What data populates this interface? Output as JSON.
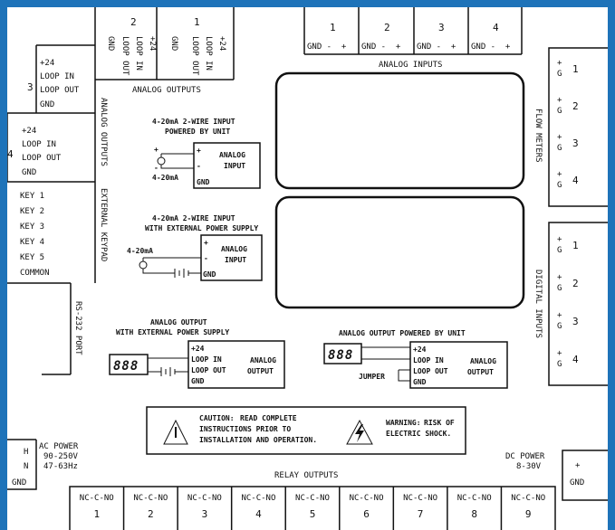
{
  "analog_outputs_top": {
    "title": "ANALOG OUTPUTS",
    "channels": [
      {
        "num": "2",
        "pins": [
          "+24",
          "LOOP IN",
          "LOOP OUT",
          "GND"
        ]
      },
      {
        "num": "1",
        "pins": [
          "+24",
          "LOOP IN",
          "LOOP OUT",
          "GND"
        ]
      }
    ]
  },
  "analog_inputs": {
    "title": "ANALOG INPUTS",
    "channels": [
      {
        "num": "1",
        "pins": "GND -  +"
      },
      {
        "num": "2",
        "pins": "GND -  +"
      },
      {
        "num": "3",
        "pins": "GND -  +"
      },
      {
        "num": "4",
        "pins": "GND -  +"
      }
    ]
  },
  "analog_outputs_side": {
    "title": "ANALOG OUTPUTS",
    "ch3": {
      "num": "3",
      "pins": [
        "+24",
        "LOOP IN",
        "LOOP OUT",
        "GND"
      ]
    },
    "ch4": {
      "num": "4",
      "pins": [
        "+24",
        "LOOP IN",
        "LOOP OUT",
        "GND"
      ]
    }
  },
  "external_keypad": {
    "title": "EXTERNAL KEYPAD",
    "keys": [
      "KEY 1",
      "KEY 2",
      "KEY 3",
      "KEY 4",
      "KEY 5",
      "COMMON"
    ]
  },
  "rs232": {
    "title": "RS-232 PORT"
  },
  "flow_meters": {
    "title": "FLOW METERS",
    "channels": [
      "1",
      "2",
      "3",
      "4"
    ],
    "plus": "+",
    "g": "G"
  },
  "digital_inputs": {
    "title": "DIGITAL INPUTS",
    "channels": [
      "1",
      "2",
      "3",
      "4"
    ],
    "plus": "+",
    "g": "G"
  },
  "wiring1": {
    "title1": "4-20mA 2-WIRE INPUT",
    "title2": "POWERED BY UNIT",
    "plus": "+",
    "minus": "-",
    "label1": "ANALOG",
    "label2": "INPUT",
    "gnd": "GND",
    "source": "4-20mA"
  },
  "wiring2": {
    "title1": "4-20mA 2-WIRE INPUT",
    "title2": "WITH EXTERNAL POWER SUPPLY",
    "plus": "+",
    "minus": "-",
    "label1": "ANALOG",
    "label2": "INPUT",
    "gnd": "GND",
    "source": "4-20mA"
  },
  "wiring3": {
    "title1": "ANALOG OUTPUT",
    "title2": "WITH EXTERNAL POWER SUPPLY",
    "display": "888",
    "pins": [
      "+24",
      "LOOP IN",
      "LOOP OUT",
      "GND"
    ],
    "label1": "ANALOG",
    "label2": "OUTPUT"
  },
  "wiring4": {
    "title": "ANALOG OUTPUT POWERED BY UNIT",
    "display": "888",
    "pins": [
      "+24",
      "LOOP IN",
      "LOOP OUT",
      "GND"
    ],
    "label1": "ANALOG",
    "label2": "OUTPUT",
    "jumper": "JUMPER"
  },
  "caution": {
    "caution_bold": "CAUTION:",
    "caution_line1": "READ COMPLETE",
    "caution_line2": "INSTRUCTIONS PRIOR TO",
    "caution_line3": "INSTALLATION AND OPERATION.",
    "warning_bold": "WARNING:",
    "warning_line1": "RISK OF",
    "warning_line2": "ELECTRIC SHOCK."
  },
  "ac_power": {
    "line1": "AC POWER",
    "line2": "90-250V",
    "line3": "47-63Hz",
    "pins": [
      "H",
      "N",
      "GND"
    ]
  },
  "dc_power": {
    "line1": "DC POWER",
    "line2": "8-30V",
    "pins": [
      "+",
      "GND"
    ]
  },
  "relay_outputs": {
    "title": "RELAY OUTPUTS",
    "pin_label": "NC-C-NO",
    "channels": [
      "1",
      "2",
      "3",
      "4",
      "5",
      "6",
      "7",
      "8",
      "9"
    ]
  }
}
